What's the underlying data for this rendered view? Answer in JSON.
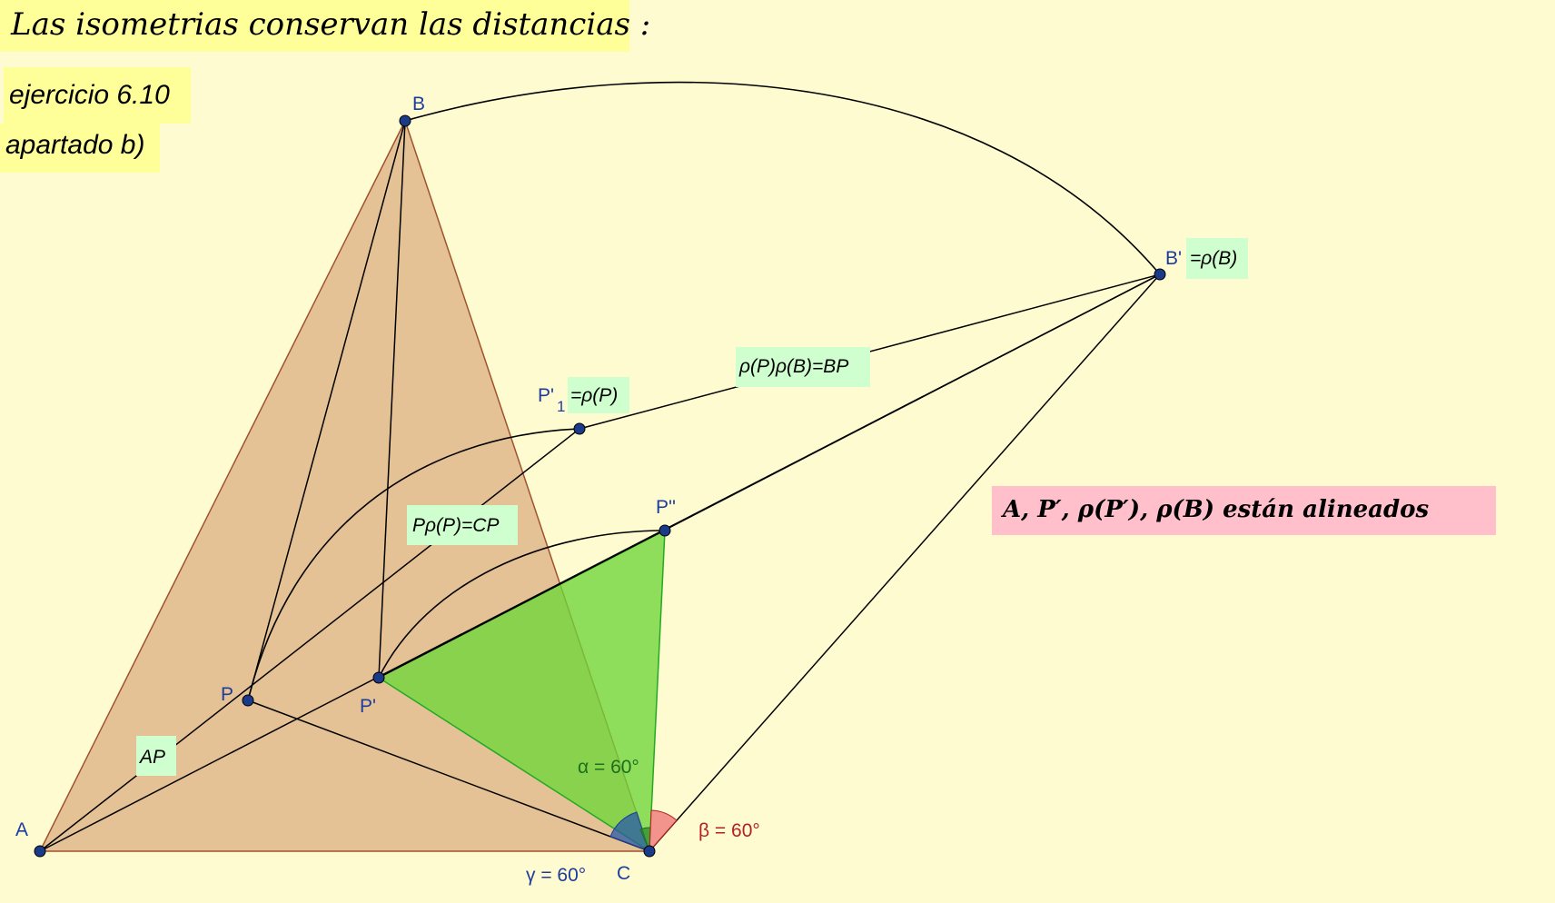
{
  "title": "Las isometrias conservan las distancias :",
  "subtitle_line1": "ejercicio 6.10",
  "subtitle_line2": "apartado b)",
  "conclusion": "A, P′, ρ(P′), ρ(B) están alineados",
  "points": {
    "A": "A",
    "B": "B",
    "C": "C",
    "P": "P",
    "P_prime": "P'",
    "P_double_prime": "P''",
    "B_prime": "B'",
    "P_prime_1": "P'",
    "P_prime_1_sub": "1"
  },
  "segment_labels": {
    "AP": "AP",
    "p_rho_p": "Pρ(P)=CP",
    "rho_p_rho_b": "ρ(P)ρ(B)=BP",
    "rho_p": "=ρ(P)",
    "rho_b": "=ρ(B)"
  },
  "angles": {
    "alpha": "α = 60°",
    "beta": "β = 60°",
    "gamma": "γ = 60°"
  },
  "colors": {
    "background": "#fffbd0",
    "triangle_fill": "#e4c295",
    "triangle_stroke": "#a0522d",
    "green_fill": "#7ed957",
    "green_stroke": "#22aa22",
    "title_box": "#ffff99",
    "label_box": "#cfffcf",
    "conclusion_box": "#ffc0cb",
    "point_fill": "#1a3a8a",
    "alpha_color": "#1e6e1e",
    "beta_color": "#b22222",
    "gamma_color": "#1e3c9c"
  }
}
